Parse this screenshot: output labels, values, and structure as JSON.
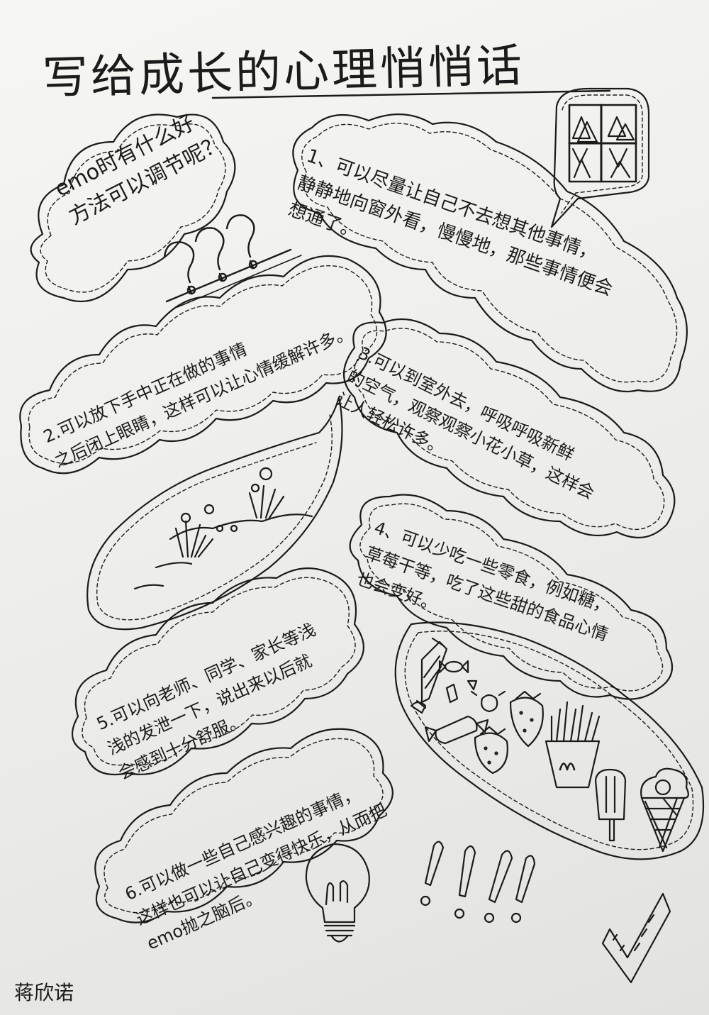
{
  "poster": {
    "title": "写给成长的心理悄悄话",
    "question": "emo时有什么好\n方法可以调节呢？",
    "tips": [
      "1、可以尽量让自己不去想其他事情，\n静静地向窗外看，慢慢地，那些事情便会\n想通了。",
      "2.可以放下手中正在做的事情\n之后闭上眼睛，这样可以让心情缓解许多。",
      "3.可以到室外去，呼吸呼吸新鲜\n的空气，观察观察小花小草，这样会\n让人轻松许多。",
      "4、可以少吃一些零食，例如糖，\n草莓干等，吃了这些甜的食品心情\n也会变好。",
      "5.可以向老师、同学、家长等浅\n浅的发泄一下，说出来以后就\n会感到十分舒服。",
      "6.可以做一些自己感兴趣的事情，\n这样也可以让自己变得快乐，从而把\nemo抛之脑后。"
    ],
    "author": "蒋欣诺"
  },
  "icons": {
    "question_marks": "question-marks-icon",
    "window": "window-trees-icon",
    "flowers": "flowers-grass-icon",
    "snacks": "snacks-icon",
    "strawberry": "strawberry-icon",
    "fries": "fries-icon",
    "popsicle": "popsicle-icon",
    "ice_cream": "ice-cream-icon",
    "bulb": "light-bulb-icon",
    "exclamation": "exclamation-marks-icon",
    "check": "check-mark-icon"
  },
  "colors": {
    "ink": "#1b1b1b",
    "paper": "#f4f4f1"
  }
}
